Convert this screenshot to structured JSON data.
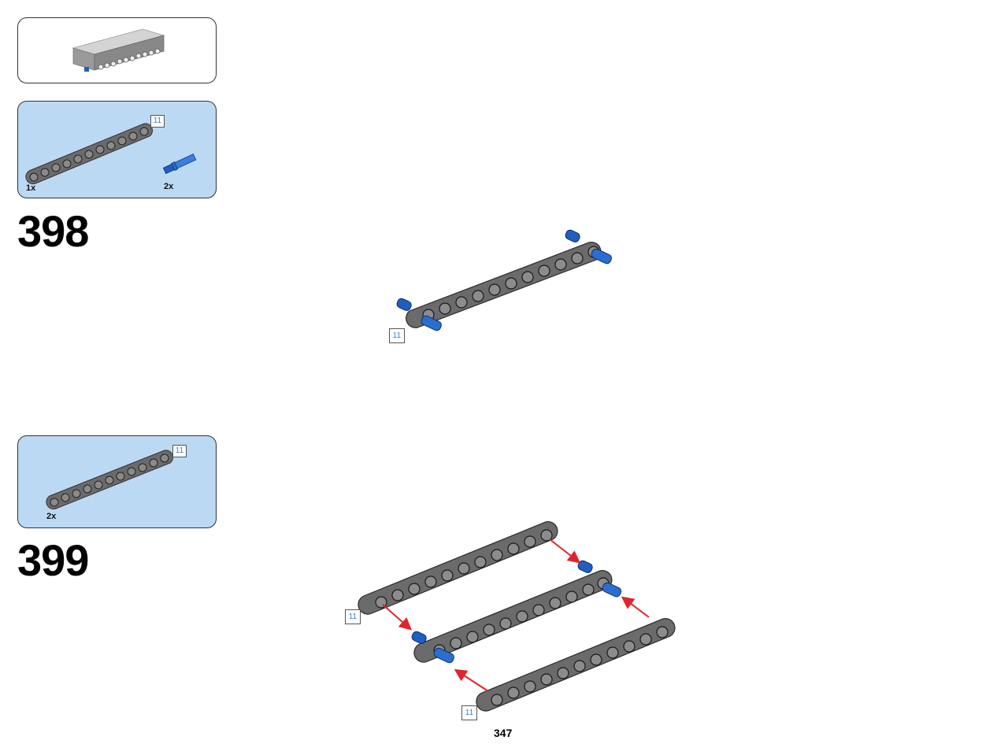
{
  "steps": [
    {
      "number": "398",
      "parts": [
        {
          "qty": "1x",
          "icon": "beam-11-icon"
        },
        {
          "qty": "2x",
          "icon": "axle-pin-blue-icon"
        }
      ],
      "beam_length": "11"
    },
    {
      "number": "399",
      "parts": [
        {
          "qty": "2x",
          "icon": "beam-11-icon"
        }
      ],
      "beam_length": "11"
    }
  ],
  "labels": {
    "len_398_main": "11",
    "len_399_a": "11",
    "len_399_b": "11"
  },
  "page_number": "347",
  "colors": {
    "parts_bg": "#bcd9f4",
    "beam": "#6b6b6b",
    "pin": "#1f5fbf",
    "arrow": "#e0242c"
  }
}
